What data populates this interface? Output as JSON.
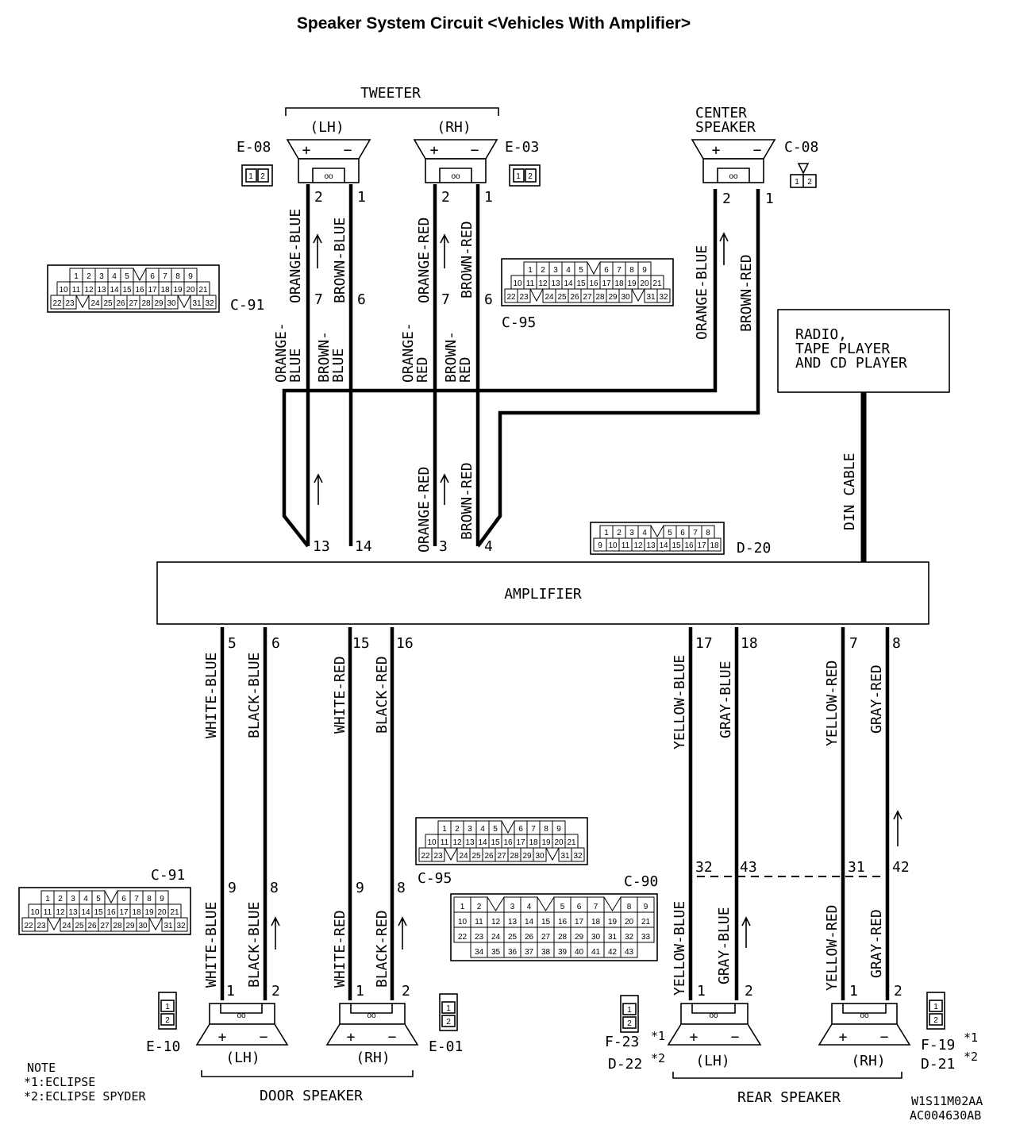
{
  "title": "Speaker System Circuit <Vehicles With Amplifier>",
  "labels": {
    "tweeter": "TWEETER",
    "lh": "(LH)",
    "rh": "(RH)",
    "center_1": "CENTER",
    "center_2": "SPEAKER",
    "radio_1": "RADIO,",
    "radio_2": "TAPE PLAYER",
    "radio_3": "AND CD PLAYER",
    "din": "DIN CABLE",
    "amplifier": "AMPLIFIER",
    "door_speaker": "DOOR SPEAKER",
    "rear_speaker": "REAR SPEAKER",
    "plus": "+",
    "minus": "−"
  },
  "connectors": {
    "e08": "E-08",
    "e03": "E-03",
    "c08": "C-08",
    "c91": "C-91",
    "c95": "C-95",
    "d20": "D-20",
    "c90": "C-90",
    "e10": "E-10",
    "e01": "E-01",
    "f23": "F-23",
    "d22": "D-22",
    "f19": "F-19",
    "d21": "D-21",
    "mark1": "*1",
    "mark2": "*2"
  },
  "wires": {
    "orange_blue": "ORANGE-BLUE",
    "brown_blue": "BROWN-BLUE",
    "orange_red": "ORANGE-RED",
    "brown_red": "BROWN-RED",
    "orange_dash": "ORANGE-",
    "brown_dash": "BROWN-",
    "blue": "BLUE",
    "red": "RED",
    "white_blue": "WHITE-BLUE",
    "black_blue": "BLACK-BLUE",
    "white_red": "WHITE-RED",
    "black_red": "BLACK-RED",
    "yellow_blue": "YELLOW-BLUE",
    "gray_blue": "GRAY-BLUE",
    "yellow_red": "YELLOW-RED",
    "gray_red": "GRAY-RED"
  },
  "pins": {
    "p1": "1",
    "p2": "2",
    "p3": "3",
    "p4": "4",
    "p5": "5",
    "p6": "6",
    "p7": "7",
    "p8": "8",
    "p9": "9",
    "p13": "13",
    "p14": "14",
    "p15": "15",
    "p16": "16",
    "p17": "17",
    "p18": "18",
    "p31": "31",
    "p32": "32",
    "p42": "42",
    "p43": "43"
  },
  "note": {
    "title": "NOTE",
    "n1": "*1:ECLIPSE",
    "n2": "*2:ECLIPSE SPYDER"
  },
  "codes": {
    "code1": "W1S11M02AA",
    "code2": "AC004630AB"
  },
  "grid32": {
    "row1": [
      "1",
      "2",
      "3",
      "4",
      "5",
      "",
      "6",
      "7",
      "8",
      "9"
    ],
    "row2": [
      "10",
      "11",
      "12",
      "13",
      "14",
      "15",
      "16",
      "17",
      "18",
      "19",
      "20",
      "21"
    ],
    "row3": [
      "22",
      "23",
      "",
      "24",
      "25",
      "26",
      "27",
      "28",
      "29",
      "30",
      "",
      "31",
      "32"
    ]
  },
  "grid18": {
    "row1": [
      "1",
      "2",
      "3",
      "4",
      "",
      "5",
      "6",
      "7",
      "8"
    ],
    "row2": [
      "9",
      "10",
      "11",
      "12",
      "13",
      "14",
      "15",
      "16",
      "17",
      "18"
    ]
  },
  "grid43": {
    "row1": [
      "1",
      "2",
      "",
      "3",
      "4",
      "",
      "5",
      "6",
      "7",
      "",
      "8",
      "9"
    ],
    "row2": [
      "10",
      "11",
      "12",
      "13",
      "14",
      "15",
      "16",
      "17",
      "18",
      "19",
      "20",
      "21"
    ],
    "row3": [
      "22",
      "23",
      "24",
      "25",
      "26",
      "27",
      "28",
      "29",
      "30",
      "31",
      "32",
      "33"
    ],
    "row4": [
      "34",
      "35",
      "36",
      "37",
      "38",
      "39",
      "40",
      "41",
      "42",
      "43"
    ]
  }
}
